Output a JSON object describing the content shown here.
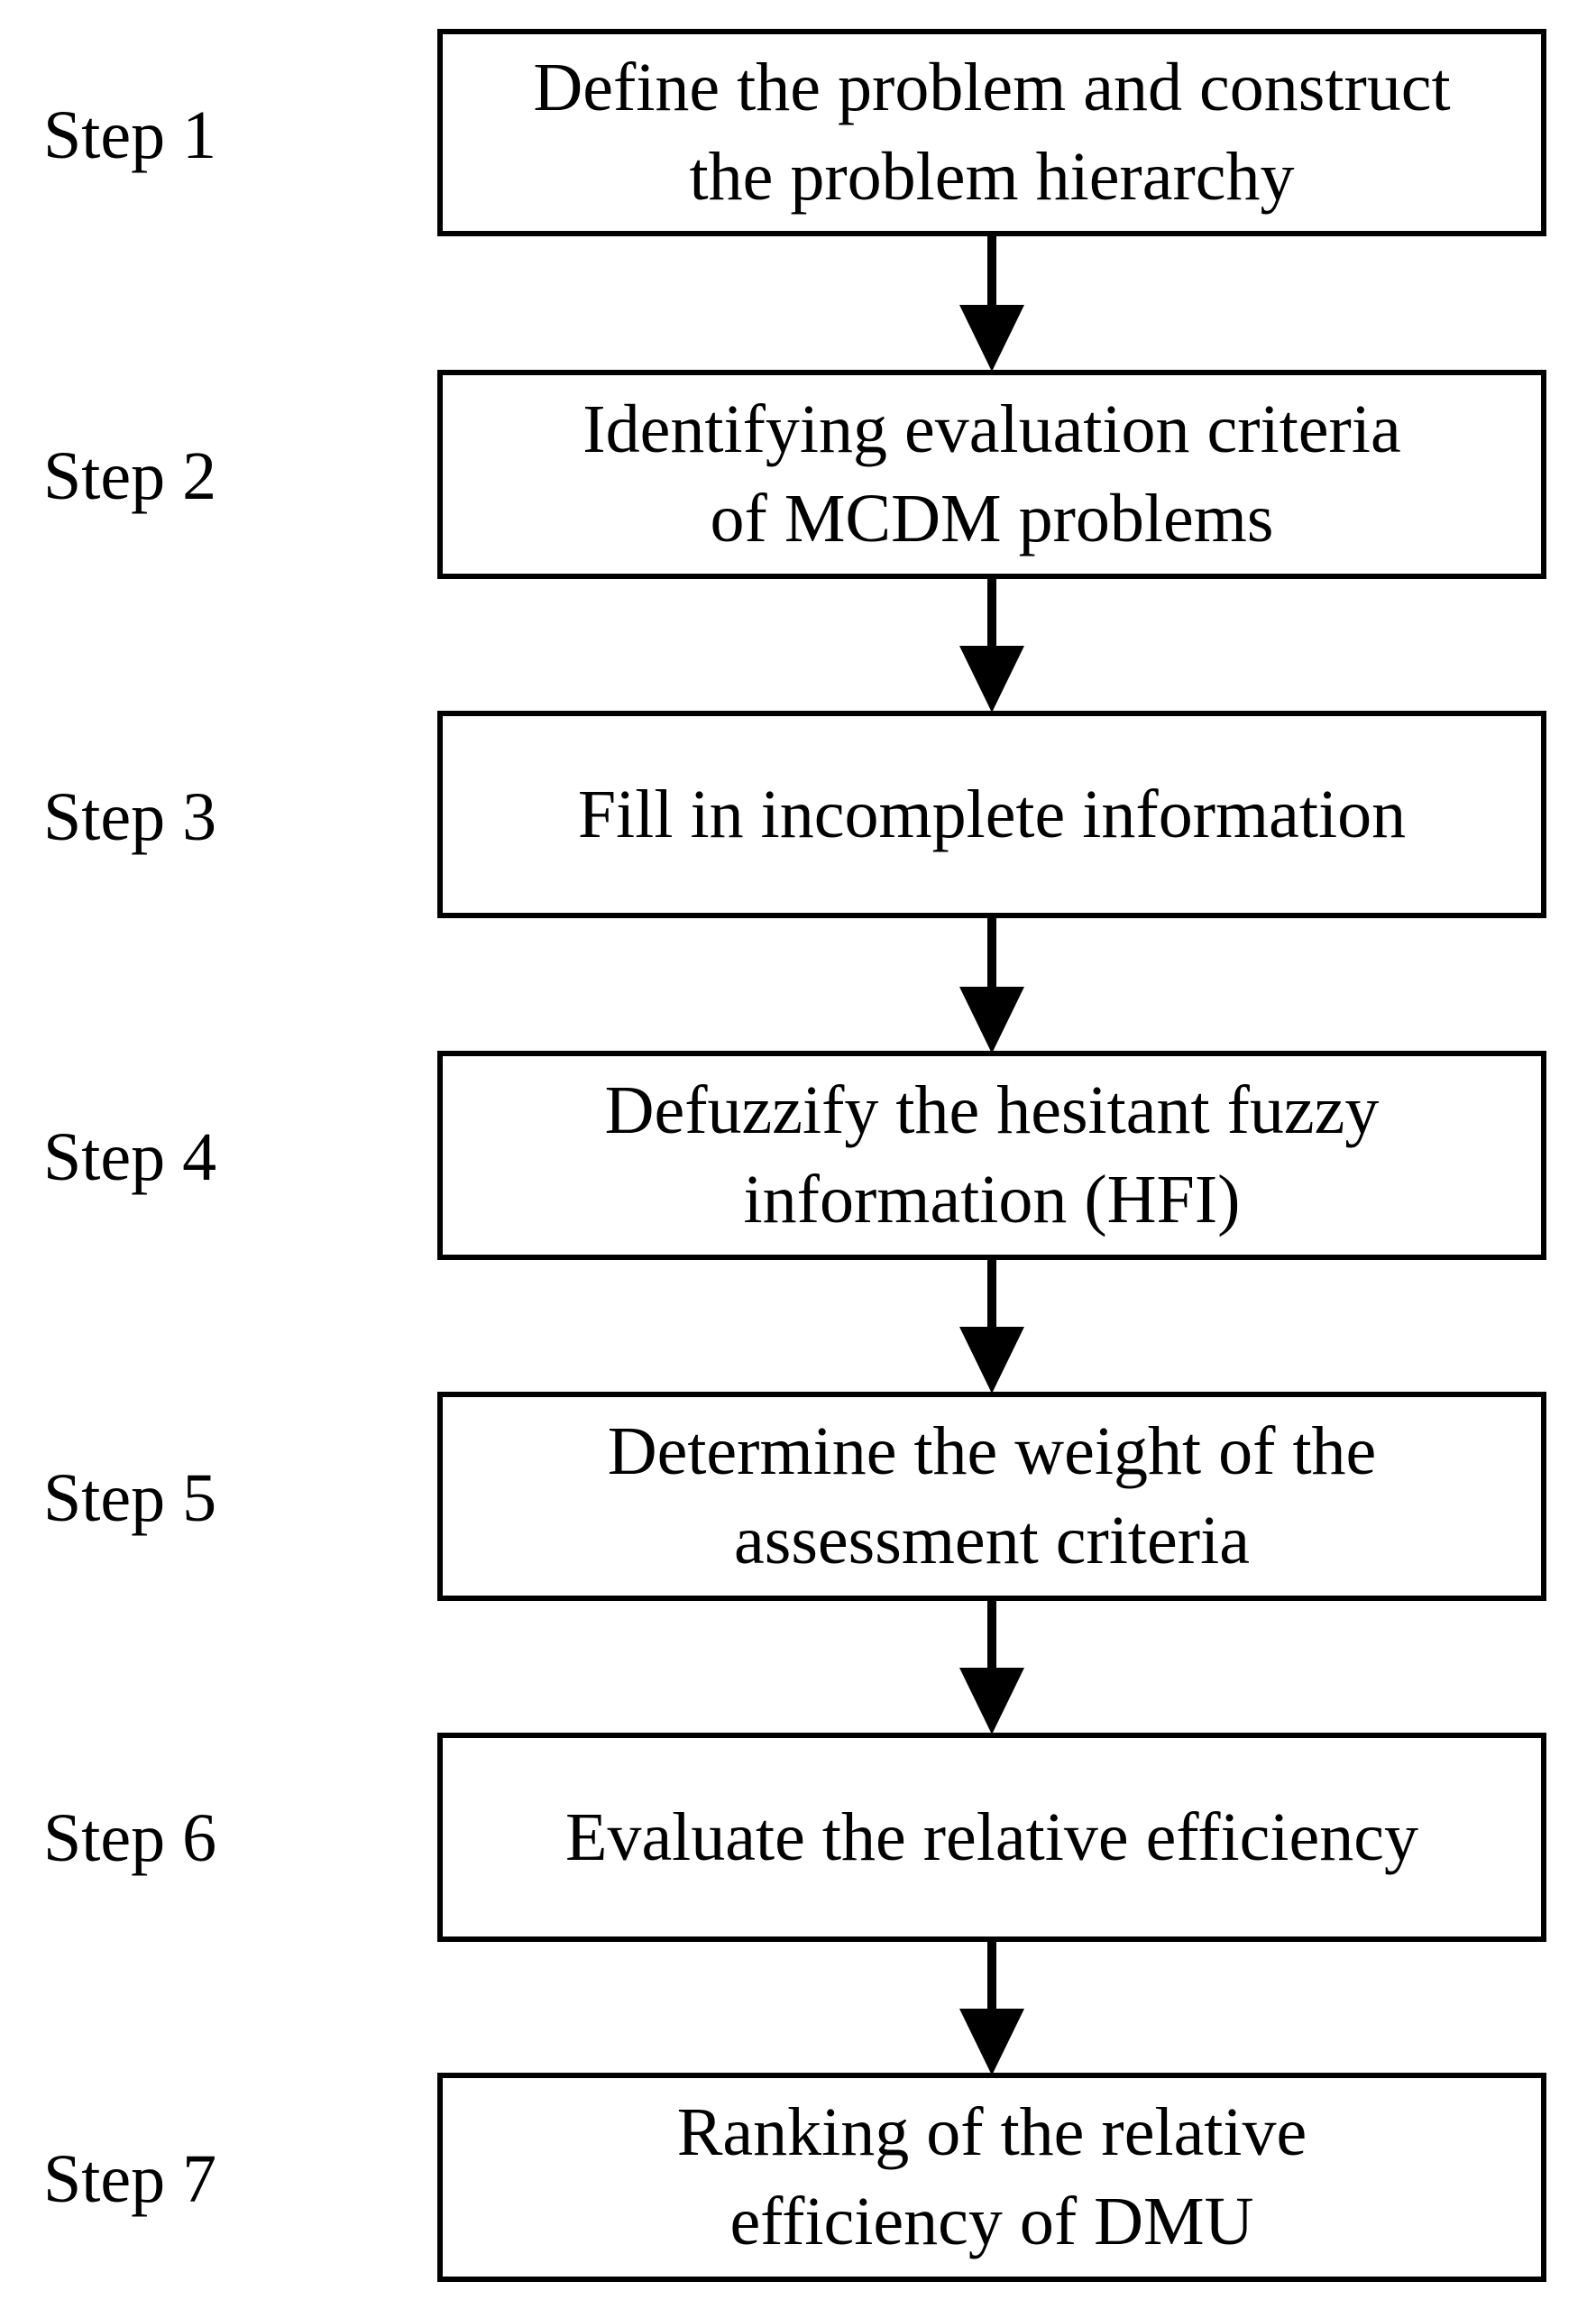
{
  "flowchart": {
    "steps": [
      {
        "label": "Step 1",
        "text": "Define the problem and construct\nthe problem hierarchy"
      },
      {
        "label": "Step 2",
        "text": "Identifying evaluation criteria\nof MCDM problems"
      },
      {
        "label": "Step 3",
        "text": "Fill in incomplete information"
      },
      {
        "label": "Step 4",
        "text": "Defuzzify the hesitant fuzzy\ninformation (HFI)"
      },
      {
        "label": "Step 5",
        "text": "Determine the weight of the\nassessment criteria"
      },
      {
        "label": "Step 6",
        "text": "Evaluate the relative efficiency"
      },
      {
        "label": "Step 7",
        "text": "Ranking of the relative\nefficiency of DMU"
      }
    ]
  },
  "colors": {
    "line": "#000000",
    "background": "#ffffff"
  }
}
